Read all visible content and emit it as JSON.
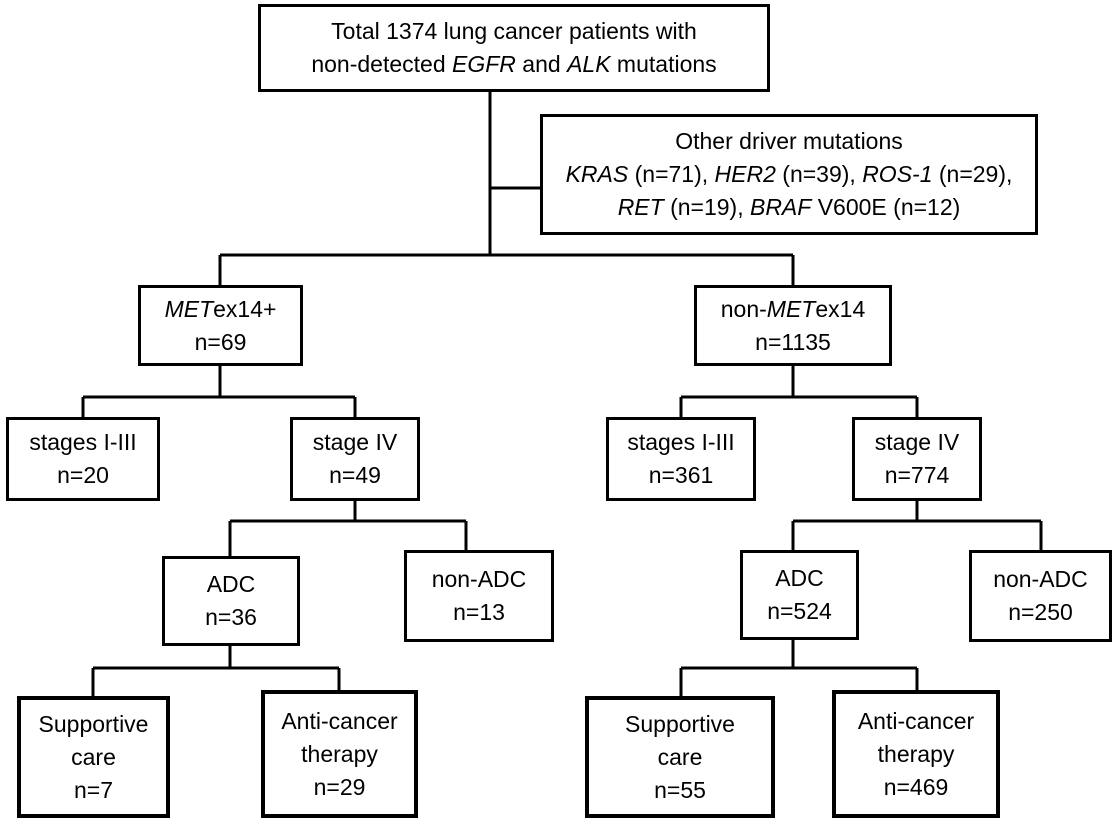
{
  "total": {
    "line1": "Total 1374 lung cancer patients with",
    "line2_pre": "non-detected ",
    "line2_egfr": "EGFR",
    "line2_and": " and ",
    "line2_alk": "ALK",
    "line2_post": " mutations"
  },
  "other": {
    "title": "Other driver mutations",
    "kras": "KRAS",
    "kras_n": " (n=71), ",
    "her2": "HER2",
    "her2_n": " (n=39), ",
    "ros1": "ROS-1",
    "ros1_n": " (n=29),",
    "ret": "RET",
    "ret_n": " (n=19), ",
    "braf": "BRAF",
    "braf_n": " V600E (n=12)"
  },
  "met_pos": {
    "gene": "MET",
    "label_rest": "ex14+",
    "n": "n=69"
  },
  "met_neg": {
    "prefix": "non-",
    "gene": "MET",
    "label_rest": "ex14",
    "n": "n=1135"
  },
  "left": {
    "stages_early": {
      "label": "stages I-III",
      "n": "n=20"
    },
    "stage_iv": {
      "label": "stage IV",
      "n": "n=49"
    },
    "adc": {
      "label": "ADC",
      "n": "n=36"
    },
    "non_adc": {
      "label": "non-ADC",
      "n": "n=13"
    },
    "supportive": {
      "line1": "Supportive",
      "line2": "care",
      "n": "n=7"
    },
    "anticancer": {
      "line1": "Anti-cancer",
      "line2": "therapy",
      "n": "n=29"
    }
  },
  "right": {
    "stages_early": {
      "label": "stages I-III",
      "n": "n=361"
    },
    "stage_iv": {
      "label": "stage IV",
      "n": "n=774"
    },
    "adc": {
      "label": "ADC",
      "n": "n=524"
    },
    "non_adc": {
      "label": "non-ADC",
      "n": "n=250"
    },
    "supportive": {
      "line1": "Supportive",
      "line2": "care",
      "n": "n=55"
    },
    "anticancer": {
      "line1": "Anti-cancer",
      "line2": "therapy",
      "n": "n=469"
    }
  }
}
